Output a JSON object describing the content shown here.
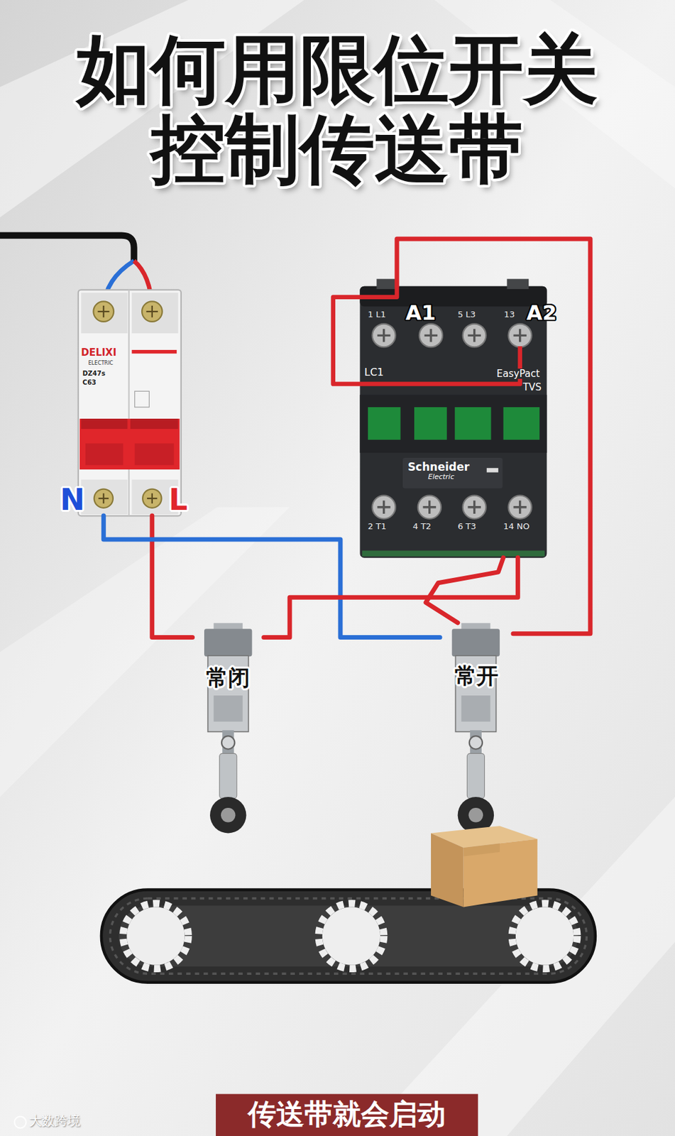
{
  "diagram": {
    "title": "如何用限位开关 控制传送带",
    "caption": "传送带就会启动",
    "nodes": [
      {
        "text": [
          "DELIXI"
        ]
      },
      {
        "text": [
          "Schneider",
          "Electric"
        ]
      },
      {
        "text": [
          "常闭"
        ]
      },
      {
        "text": [
          "常开"
        ]
      }
    ],
    "edges": [
      {
        "from": 0,
        "to": 2,
        "arrow": "none"
      },
      {
        "from": 0,
        "to": 3,
        "arrow": "none"
      },
      {
        "from": 2,
        "to": 1,
        "arrow": "none"
      },
      {
        "from": 1,
        "to": 3,
        "arrow": "none"
      },
      {
        "from": 3,
        "to": 1,
        "arrow": "none"
      }
    ],
    "labels": [
      "N",
      "L",
      "ELECTRIC",
      "DZ47s",
      "C63",
      "1 L1",
      "A1",
      "5 L3",
      "13",
      "A2",
      "LC1",
      "EasyPact",
      "TVS",
      "2 T1",
      "4 T2",
      "6 T3",
      "14 NO",
      "大数跨境"
    ]
  }
}
